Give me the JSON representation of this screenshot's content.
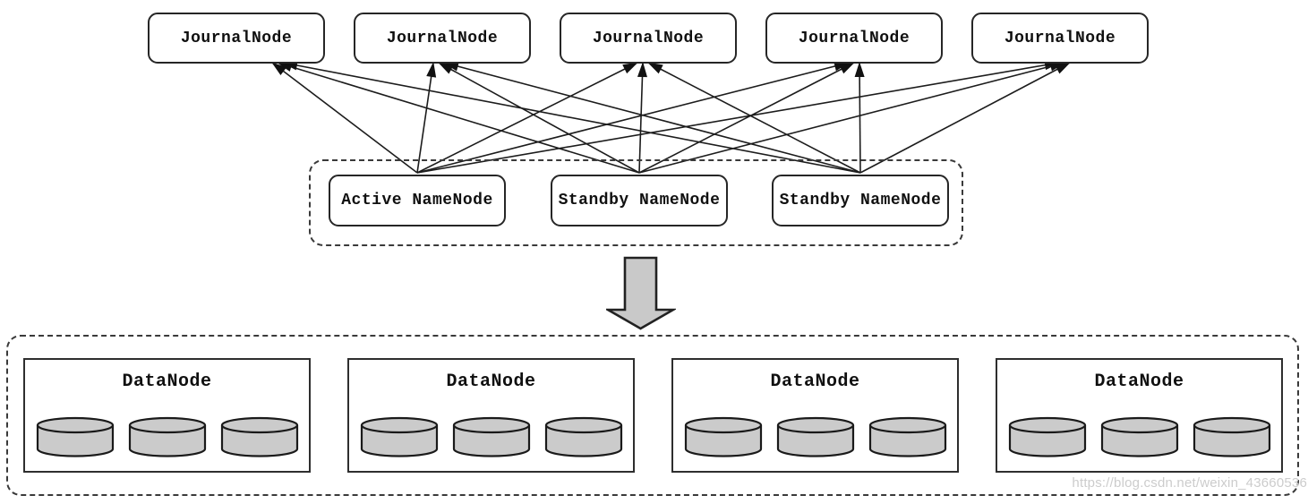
{
  "diagram": {
    "journal_nodes": [
      {
        "label": "JournalNode"
      },
      {
        "label": "JournalNode"
      },
      {
        "label": "JournalNode"
      },
      {
        "label": "JournalNode"
      },
      {
        "label": "JournalNode"
      }
    ],
    "namenode_cluster": {
      "nodes": [
        {
          "label": "Active NameNode",
          "role": "active"
        },
        {
          "label": "Standby NameNode",
          "role": "standby"
        },
        {
          "label": "Standby NameNode",
          "role": "standby"
        }
      ]
    },
    "edges": {
      "from": "namenode-cluster",
      "to": "journal-nodes",
      "count": 15,
      "arrowhead_at": "journalnode"
    },
    "flow_arrow": {
      "direction": "down",
      "from": "namenode-cluster",
      "to": "datanode-cluster"
    },
    "datanode_cluster": {
      "nodes": [
        {
          "label": "DataNode",
          "disks": 3
        },
        {
          "label": "DataNode",
          "disks": 3
        },
        {
          "label": "DataNode",
          "disks": 3
        },
        {
          "label": "DataNode",
          "disks": 3
        }
      ]
    }
  },
  "watermark": "https://blog.csdn.net/weixin_43660536",
  "colors": {
    "stroke": "#1c1c1c",
    "disk_fill": "#cbcbcb",
    "block_arrow_fill": "#c9c9c9",
    "watermark_text": "#c9c9c9",
    "background": "#ffffff"
  }
}
